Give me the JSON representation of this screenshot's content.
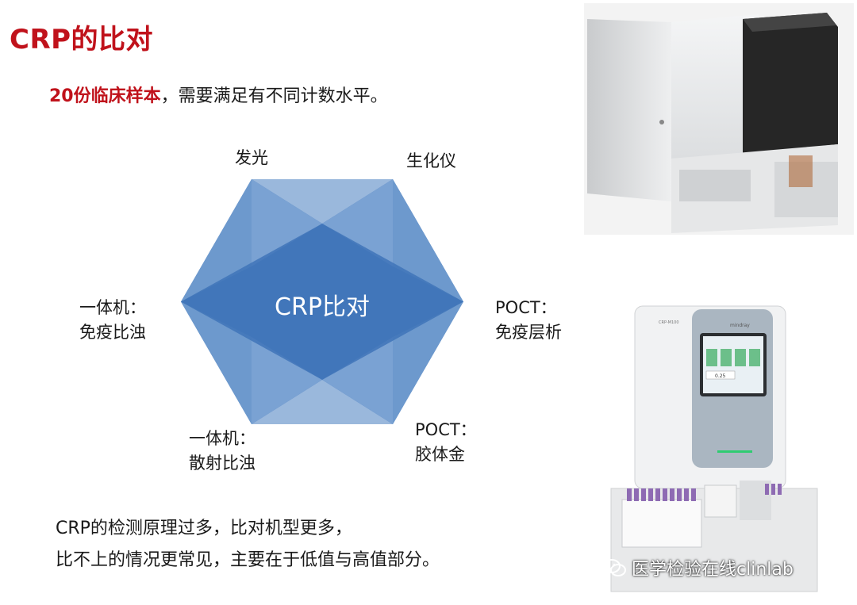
{
  "title": "CRP的比对",
  "subtitle": {
    "highlight": "20份临床样本",
    "rest": "，需要满足有不同计数水平。"
  },
  "diagram": {
    "center": "CRP比对",
    "colors": {
      "base": "#4a7ec0",
      "light": "#8fb0d8",
      "mid": "#6b97cc",
      "dark": "#3f74b8"
    },
    "labels": {
      "top_left": [
        "发光"
      ],
      "top_right": [
        "生化仪"
      ],
      "left": [
        "一体机：",
        "免疫比浊"
      ],
      "right": [
        "POCT：",
        "免疫层析"
      ],
      "bottom_left": [
        "一体机：",
        "散射比浊"
      ],
      "bottom_right": [
        "POCT：",
        "胶体金"
      ]
    }
  },
  "footer": {
    "line1": "CRP的检测原理过多，比对机型更多，",
    "line2": "比不上的情况更常见，主要在于低值与高值部分。"
  },
  "images": {
    "analyzer_top": "hematology-analyzer-icon",
    "analyzer_bottom": "crp-analyzer-icon",
    "brand": "mindray",
    "model": "CRP-M100",
    "screen_value": "0.25"
  },
  "watermark": {
    "icon": "wechat-icon",
    "text": "医学检验在线clinlab"
  }
}
